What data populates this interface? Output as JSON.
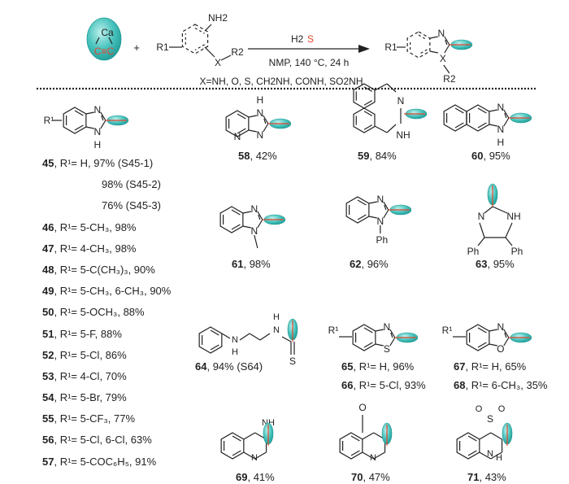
{
  "scheme": {
    "reagent_metal": "Ca",
    "reagent_alkyne": "C≡C",
    "plus": "+",
    "reactant_labels": {
      "nh2": "NH2",
      "r1": "R1",
      "x": "X",
      "r2": "R2"
    },
    "arrow_above": {
      "h2": "H2",
      "s": "S"
    },
    "arrow_below": "NMP, 140 °C, 24 h",
    "x_options": "X=NH, O, S, CH2NH, CONH, SO2NH",
    "product_labels": {
      "n": "N",
      "r1": "R1",
      "x": "X",
      "r2": "R2"
    }
  },
  "colors": {
    "teal": "#3cbcb6",
    "red": "#e8462e",
    "text": "#222222"
  },
  "series_45_57": [
    {
      "id": "45",
      "text": ", R¹= H, 97% (S45-1)"
    },
    {
      "id": "",
      "text": "98% (S45-2)"
    },
    {
      "id": "",
      "text": "76% (S45-3)"
    },
    {
      "id": "46",
      "text": ", R¹= 5-CH₃, 98%"
    },
    {
      "id": "47",
      "text": ", R¹= 4-CH₃, 98%"
    },
    {
      "id": "48",
      "text": ", R¹= 5-C(CH₃)₃, 90%"
    },
    {
      "id": "49",
      "text": ", R¹= 5-CH₃, 6-CH₃, 90%"
    },
    {
      "id": "50",
      "text": ", R¹= 5-OCH₃, 88%"
    },
    {
      "id": "51",
      "text": ", R¹= 5-F, 88%"
    },
    {
      "id": "52",
      "text": ", R¹= 5-Cl, 86%"
    },
    {
      "id": "53",
      "text": ", R¹= 4-Cl, 70%"
    },
    {
      "id": "54",
      "text": ", R¹= 5-Br, 79%"
    },
    {
      "id": "55",
      "text": ", R¹= 5-CF₃, 77%"
    },
    {
      "id": "56",
      "text": ", R¹= 5-Cl, 6-Cl, 63%"
    },
    {
      "id": "57",
      "text": ", R¹= 5-COC₆H₅, 91%"
    }
  ],
  "compounds": {
    "c58": {
      "id": "58",
      "text": ", 42%"
    },
    "c59": {
      "id": "59",
      "text": ", 84%"
    },
    "c60": {
      "id": "60",
      "text": ", 95%"
    },
    "c61": {
      "id": "61",
      "text": ", 98%"
    },
    "c62": {
      "id": "62",
      "text": ", 96%"
    },
    "c63": {
      "id": "63",
      "text": ", 95%"
    },
    "c64": {
      "id": "64",
      "text": ", 94% (S64)"
    },
    "c65": {
      "id": "65",
      "text": ", R¹= H, 96%"
    },
    "c66": {
      "id": "66",
      "text": ", R¹= 5-Cl, 93%"
    },
    "c67": {
      "id": "67",
      "text": ", R¹= H, 65%"
    },
    "c68": {
      "id": "68",
      "text": ", R¹= 6-CH₃, 35%"
    },
    "c69": {
      "id": "69",
      "text": ", 41%"
    },
    "c70": {
      "id": "70",
      "text": ", 47%"
    },
    "c71": {
      "id": "71",
      "text": ", 43%"
    }
  },
  "atoms": {
    "N": "N",
    "H": "H",
    "NH": "NH",
    "S": "S",
    "O": "O",
    "Ph": "Ph",
    "R1": "R¹",
    "SO2": "S",
    "oxo": "O"
  }
}
